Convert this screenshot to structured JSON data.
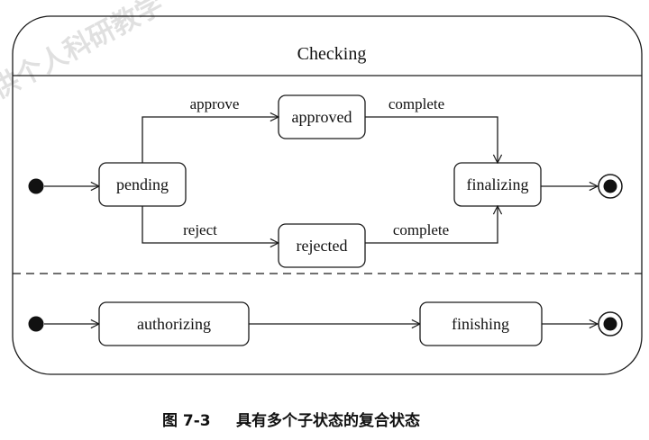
{
  "composite": {
    "name": "Checking"
  },
  "region1": {
    "states": {
      "pending": "pending",
      "approved": "approved",
      "rejected": "rejected",
      "finalizing": "finalizing"
    },
    "transitions": {
      "approve": "approve",
      "reject": "reject",
      "complete_top": "complete",
      "complete_bottom": "complete"
    }
  },
  "region2": {
    "states": {
      "authorizing": "authorizing",
      "finishing": "finishing"
    }
  },
  "caption": {
    "number": "图 7-3",
    "text": "具有多个子状态的复合状态"
  },
  "watermark": "供个人科研教学"
}
